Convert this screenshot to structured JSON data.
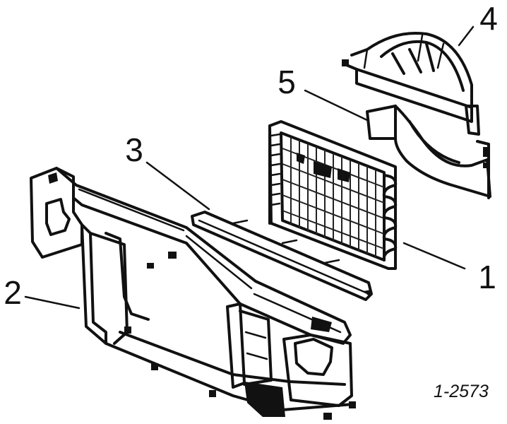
{
  "diagram": {
    "callouts": [
      {
        "id": "1",
        "text": "1"
      },
      {
        "id": "2",
        "text": "2"
      },
      {
        "id": "3",
        "text": "3"
      },
      {
        "id": "4",
        "text": "4"
      },
      {
        "id": "5",
        "text": "5"
      }
    ],
    "reference_code": "1-2573",
    "parts": [
      "radiator",
      "radiator-support-frame",
      "upper-seal-strip",
      "fan-shroud-upper",
      "fan-shroud-lower"
    ],
    "colors": {
      "ink": "#111111",
      "paper": "#ffffff"
    }
  }
}
